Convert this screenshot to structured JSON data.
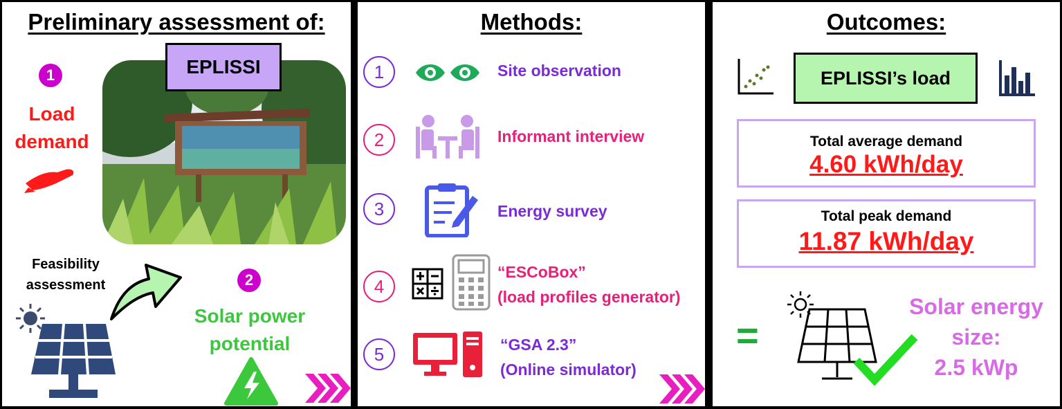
{
  "panels": {
    "assessment": {
      "title": "Preliminary assessment of:",
      "site_label": "EPLISSI",
      "step1_number": "1",
      "step1_label_line1": "Load",
      "step1_label_line2": "demand",
      "feasibility_line1": "Feasibility",
      "feasibility_line2": "assessment",
      "step2_number": "2",
      "step2_label_line1": "Solar power",
      "step2_label_line2": "potential"
    },
    "methods": {
      "title": "Methods:",
      "items": [
        {
          "number": "1",
          "label": "Site observation",
          "color": "#7a2bd6"
        },
        {
          "number": "2",
          "label": "Informant interview",
          "color": "#e8207a"
        },
        {
          "number": "3",
          "label": "Energy survey",
          "color": "#7a2bd6"
        },
        {
          "number": "4",
          "line1": "“ESCoBox”",
          "line2": "(load profiles generator)",
          "color": "#e8207a"
        },
        {
          "number": "5",
          "line1": "“GSA 2.3”",
          "line2": "(Online simulator)",
          "color": "#7a2bd6"
        }
      ]
    },
    "outcomes": {
      "title": "Outcomes:",
      "load_label": "EPLISSI’s load",
      "avg_title": "Total average demand",
      "avg_value": "4.60 kWh/day",
      "peak_title": "Total peak demand",
      "peak_value": "11.87 kWh/day",
      "equals": "=",
      "solar_line1": "Solar energy",
      "solar_line2": "size:",
      "solar_line3": "2.5 kWp"
    }
  },
  "colors": {
    "magenta": "#cc00cc",
    "red": "#ff1a1a",
    "green": "#3cc83c",
    "purple": "#7a2bd6",
    "pink": "#e8207a",
    "violet": "#d86ae8",
    "box_border": "#c9a6f0",
    "site_box": "#c7a6f7",
    "load_box": "#b6f5b0"
  }
}
